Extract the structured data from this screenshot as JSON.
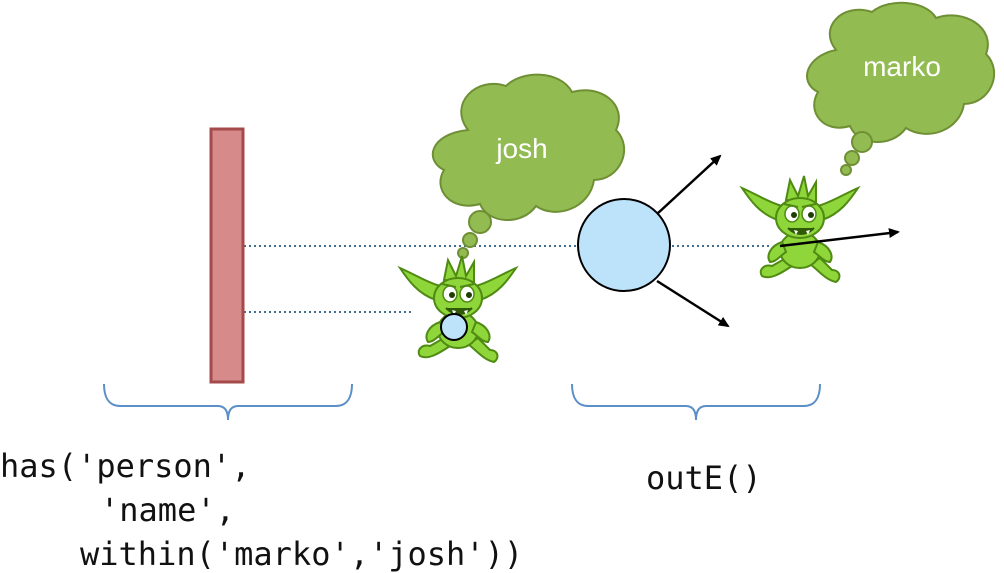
{
  "thoughts": {
    "left_goblin": "josh",
    "right_goblin": "marko"
  },
  "steps": {
    "filter_step": {
      "lines": [
        "has('person',",
        "'name',",
        "within('marko','josh'))"
      ]
    },
    "map_step": {
      "lines": [
        "outE()"
      ]
    }
  },
  "colors": {
    "filter_bar_fill": "#d68a8a",
    "filter_bar_stroke": "#a54a4a",
    "cloud_fill": "#92bb52",
    "cloud_stroke": "#6f8f34",
    "goblin_fill": "#8fd63a",
    "goblin_stroke": "#4f8a12",
    "traverser_fill": "#bde3fb",
    "brace_stroke": "#5b8fc7",
    "dotted_line": "#3f6f8f"
  },
  "icons": [
    "filter-bar",
    "goblin-traverser-icon",
    "thought-cloud-icon",
    "vertex-circle",
    "edge-arrow"
  ]
}
